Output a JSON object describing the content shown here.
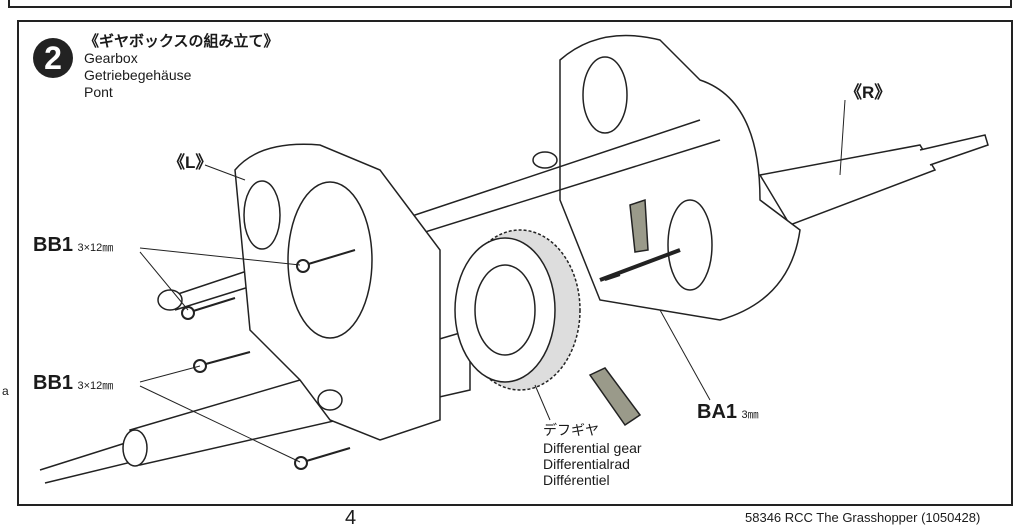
{
  "step": {
    "number": "2",
    "title_jp": "《ギヤボックスの組み立て》",
    "title_en": "Gearbox",
    "title_de": "Getriebegehäuse",
    "title_fr": "Pont"
  },
  "labels": {
    "left": "《L》",
    "right": "《R》",
    "bb1_top": {
      "part": "BB1",
      "size": "3×12㎜"
    },
    "bb1_bottom": {
      "part": "BB1",
      "size": "3×12㎜"
    },
    "ba1": {
      "part": "BA1",
      "size": "3㎜"
    },
    "diff_jp": "デフギヤ",
    "diff_en": "Differential gear",
    "diff_de": "Differentialrad",
    "diff_fr": "Différentiel",
    "edge_mark": "a"
  },
  "footer": {
    "page_number": "4",
    "code": "58346  RCC The Grasshopper (1050428)"
  },
  "colors": {
    "ink": "#1a1a1a",
    "grease": "#9a9a8a"
  }
}
